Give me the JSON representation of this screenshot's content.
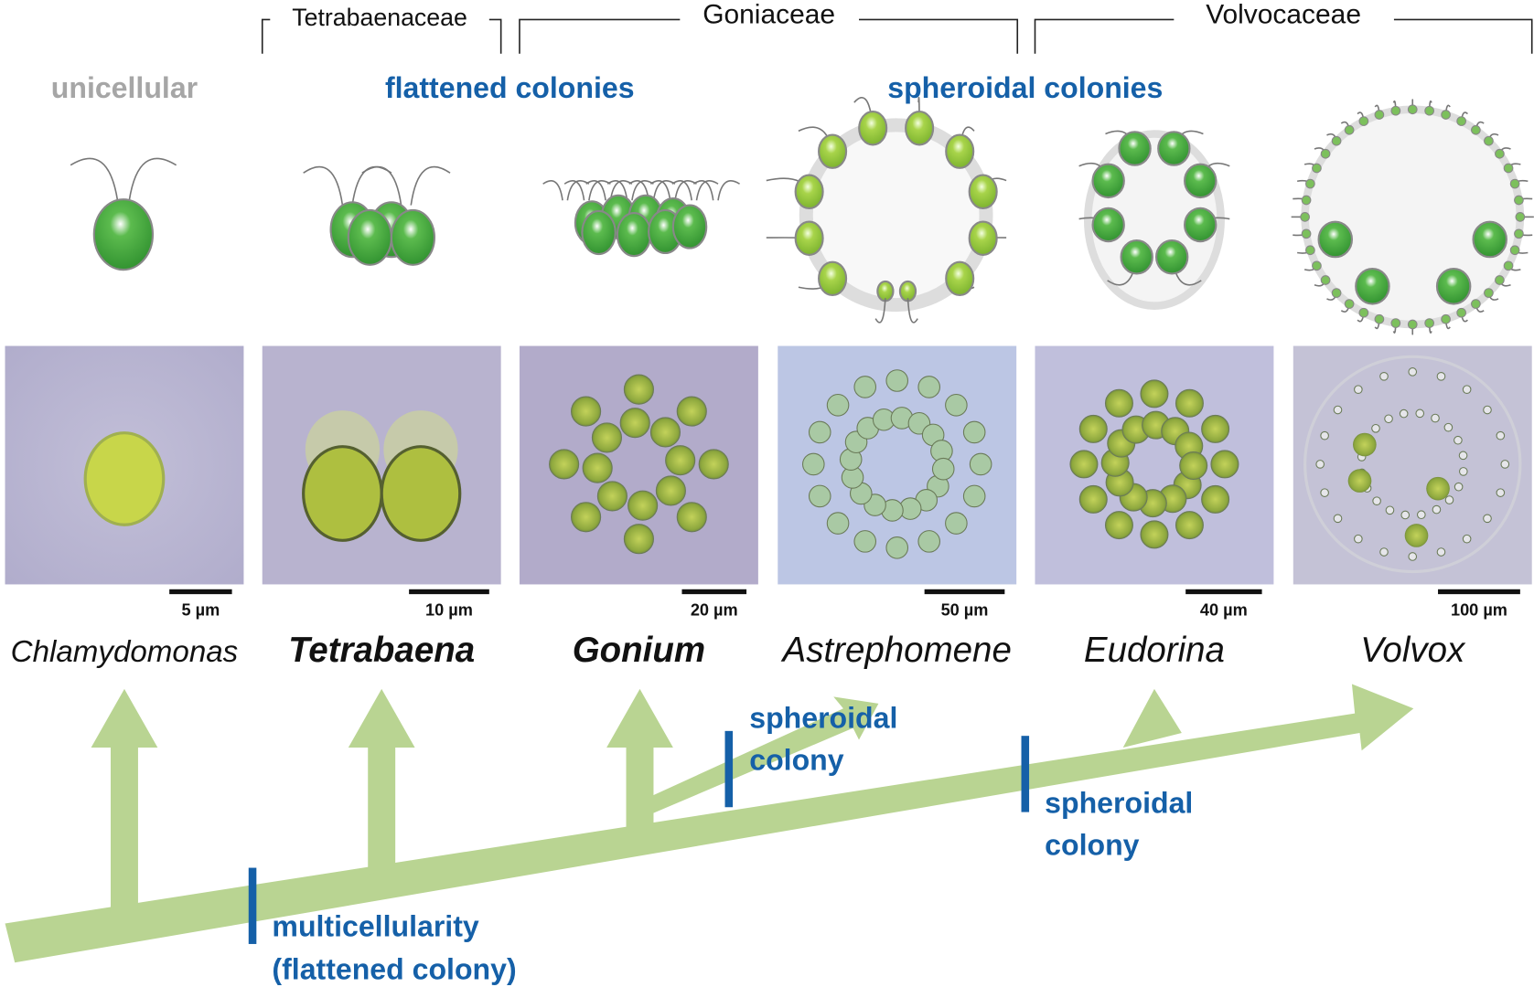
{
  "families": [
    {
      "name": "Tetrabaenaceae"
    },
    {
      "name": "Goniaceae"
    },
    {
      "name": "Volvocaceae"
    }
  ],
  "categories": {
    "unicellular": "unicellular",
    "flattened": "flattened colonies",
    "spheroidal": "spheroidal colonies"
  },
  "species": [
    {
      "genus": "Chlamydomonas",
      "scale": "5 µm",
      "bold": false
    },
    {
      "genus": "Tetrabaena",
      "scale": "10 µm",
      "bold": true
    },
    {
      "genus": "Gonium",
      "scale": "20 µm",
      "bold": true
    },
    {
      "genus": "Astrephomene",
      "scale": "50 µm",
      "bold": false
    },
    {
      "genus": "Eudorina",
      "scale": "40 µm",
      "bold": false
    },
    {
      "genus": "Volvox",
      "scale": "100 µm",
      "bold": false
    }
  ],
  "events": {
    "multicellularity_1": "multicellularity",
    "multicellularity_2": "(flattened colony)",
    "spheroid_a_1": "spheroidal",
    "spheroid_a_2": "colony",
    "spheroid_b_1": "spheroidal",
    "spheroid_b_2": "colony"
  },
  "colors": {
    "arrow": "#b9d492",
    "event": "#1560a8",
    "unicellular": "#a6a6a6",
    "cell": "#3a9e3a",
    "photo_bg": "#b7b4d0"
  }
}
